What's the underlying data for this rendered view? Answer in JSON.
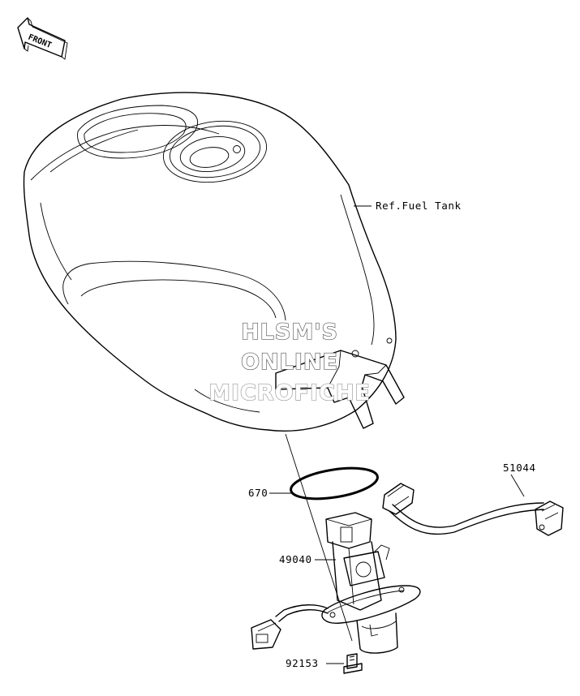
{
  "orientation": {
    "front_label": "FRONT"
  },
  "reference": {
    "fuel_tank": "Ref.Fuel Tank"
  },
  "parts": [
    {
      "number": "670"
    },
    {
      "number": "49040"
    },
    {
      "number": "51044"
    },
    {
      "number": "92153"
    }
  ],
  "watermark": {
    "line1": "HLSM'S",
    "line2": "ONLINE",
    "line3": "MICROFICHE"
  }
}
